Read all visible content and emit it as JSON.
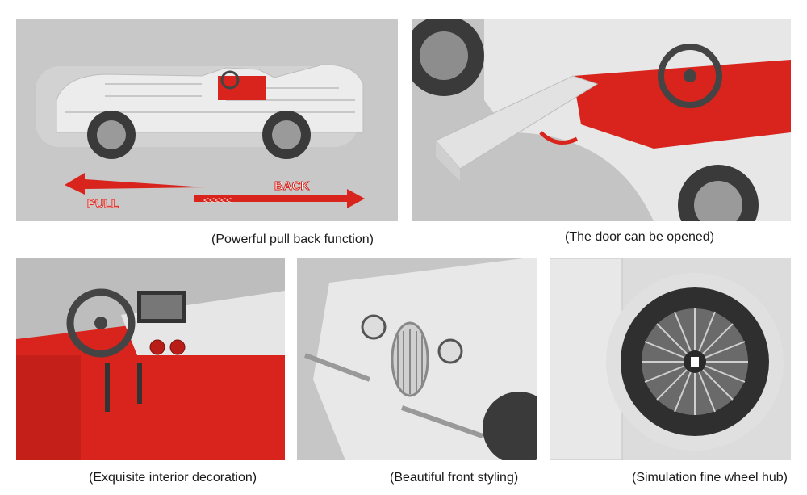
{
  "panels": [
    {
      "id": "pullback",
      "caption": "(Powerful pull back function)",
      "labels": {
        "pull": "PULL",
        "back": "BACK"
      }
    },
    {
      "id": "door",
      "caption": "(The door can be opened)"
    },
    {
      "id": "interior",
      "caption": "(Exquisite interior decoration)"
    },
    {
      "id": "front",
      "caption": "(Beautiful front styling)"
    },
    {
      "id": "wheel",
      "caption": "(Simulation fine wheel hub)"
    }
  ],
  "colors": {
    "panel_bg": "#c9c9c9",
    "car_white": "#ececec",
    "interior_red": "#d8241c",
    "tire": "#3a3a3a"
  }
}
